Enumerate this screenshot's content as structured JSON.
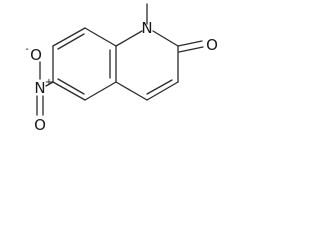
{
  "molecule": {
    "atoms": {
      "n1": "N",
      "methyl_symbol": "",
      "o_carbonyl": "O",
      "n_nitro": "N",
      "n_nitro_charge": "+",
      "o_nitro_top": "O",
      "o_nitro_top_charge": "-",
      "o_nitro_bottom": "O"
    }
  }
}
